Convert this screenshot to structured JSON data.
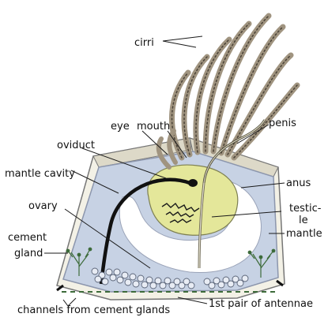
{
  "diagram": {
    "labels": {
      "cirri": "cirri",
      "eye": "eye",
      "mouth": "mouth",
      "penis": "penis",
      "oviduct": "oviduct",
      "mantle_cavity": "mantle cavity",
      "anus": "anus",
      "ovary": "ovary",
      "testicle_line1": "testic-",
      "testicle_line2": "le",
      "mantle": "mantle",
      "cement_gland_line1": "cement",
      "cement_gland_line2": "gland",
      "channels": "channels from cement glands",
      "antennae": "1st pair of antennae"
    },
    "colors": {
      "mantle_fill": "#c7d2e4",
      "mantle_edge": "#8c96ad",
      "shell_plate": "#f3f1e6",
      "yellow_body": "#e4e79a",
      "cirri_tan": "#a09480",
      "cirri_dark": "#4a4236",
      "ovary_eggs": "#e8ecf4",
      "gland_green": "#3d6b3a",
      "duct_black": "#111111"
    }
  }
}
